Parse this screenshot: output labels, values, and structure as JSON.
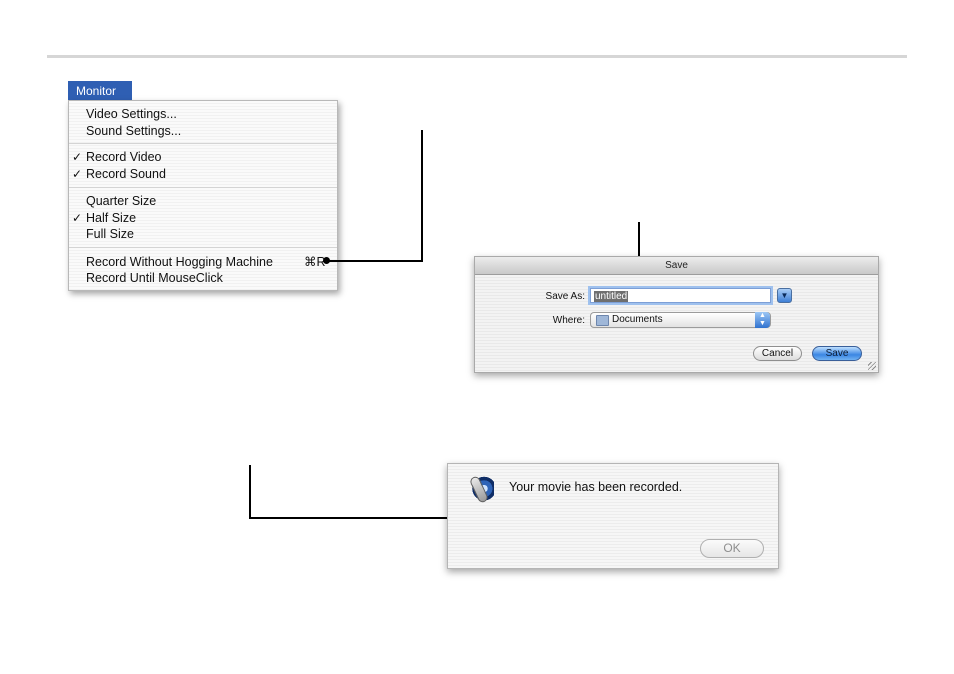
{
  "monitor_menu": {
    "title": "Monitor",
    "items": [
      {
        "label": "Video Settings...",
        "check": "",
        "shortcut": ""
      },
      {
        "label": "Sound Settings...",
        "check": "",
        "shortcut": ""
      },
      {
        "label": "Record Video",
        "check": "✓",
        "shortcut": ""
      },
      {
        "label": "Record Sound",
        "check": "✓",
        "shortcut": ""
      },
      {
        "label": "Quarter Size",
        "check": "",
        "shortcut": ""
      },
      {
        "label": "Half Size",
        "check": "✓",
        "shortcut": ""
      },
      {
        "label": "Full Size",
        "check": "",
        "shortcut": ""
      },
      {
        "label": "Record Without Hogging Machine",
        "check": "",
        "shortcut": "⌘R"
      },
      {
        "label": "Record Until MouseClick",
        "check": "",
        "shortcut": ""
      }
    ]
  },
  "save_dialog": {
    "title": "Save",
    "save_as_label": "Save As:",
    "save_as_value": "untitled",
    "where_label": "Where:",
    "where_value": "Documents",
    "cancel_label": "Cancel",
    "save_label": "Save"
  },
  "alert_dialog": {
    "message": "Your movie has been recorded.",
    "ok_label": "OK"
  },
  "colors": {
    "menu_highlight": "#2f5fb3",
    "default_button": "#3b86e3",
    "callout": "#000000"
  }
}
